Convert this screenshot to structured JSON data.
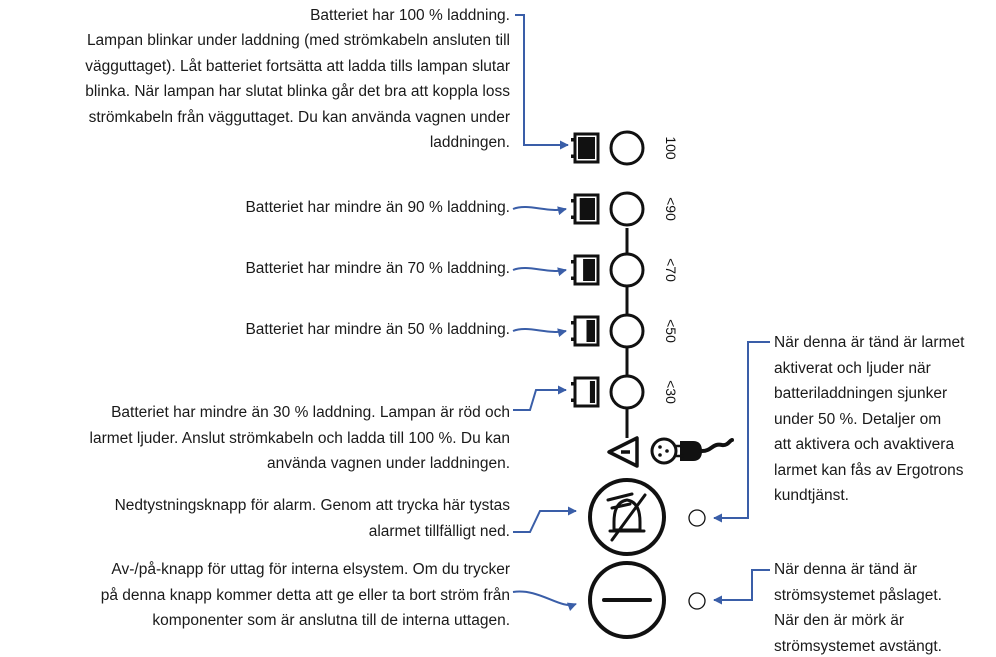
{
  "colors": {
    "arrow": "#3a5ea8",
    "ink": "#111111",
    "text": "#1a1a1a"
  },
  "callouts": {
    "full_title": "Batteriet har 100 % laddning.",
    "full_body": "Lampan blinkar under laddning (med strömkabeln ansluten till\nvägguttaget). Låt batteriet fortsätta att ladda tills lampan slutar\nblinka. När lampan har slutat blinka går det bra att koppla loss\nströmkabeln från vägguttaget. Du kan använda vagnen under\nladdningen.",
    "lt90": "Batteriet har mindre än 90 % laddning.",
    "lt70": "Batteriet har mindre än 70 % laddning.",
    "lt50": "Batteriet har mindre än 50 % laddning.",
    "lt30": "Batteriet har mindre än 30 % laddning. Lampan är röd och\nlarmet ljuder. Anslut strömkabeln och ladda till 100 %. Du kan\nanvända vagnen under laddningen.",
    "mute": "Nedtystningsknapp för alarm. Genom att trycka här tystas\nalarmet tillfälligt ned.",
    "power": "Av-/på-knapp för uttag för interna elsystem. Om du trycker\npå denna knapp kommer detta att ge eller ta bort ström från\nkomponenter som är anslutna till de interna uttagen.",
    "alarm_led": "När denna är tänd är larmet\naktiverat och ljuder när\nbatteriladdningen sjunker\nunder 50 %. Detaljer om\natt aktivera och avaktivera\nlarmet kan fås av Ergotrons\nkundtjänst.",
    "power_led": "När denna är tänd är\nströmsystemet påslaget.\nNär den är mörk är\nströmsystemet avstängt."
  },
  "levels": [
    "100",
    "<90",
    "<70",
    "<50",
    "<30"
  ],
  "icons": {
    "battery": "battery-icon",
    "led": "led-circle-icon",
    "warning": "warning-triangle-icon",
    "plug": "power-plug-icon",
    "mute": "alarm-mute-icon",
    "power": "power-minus-icon"
  }
}
